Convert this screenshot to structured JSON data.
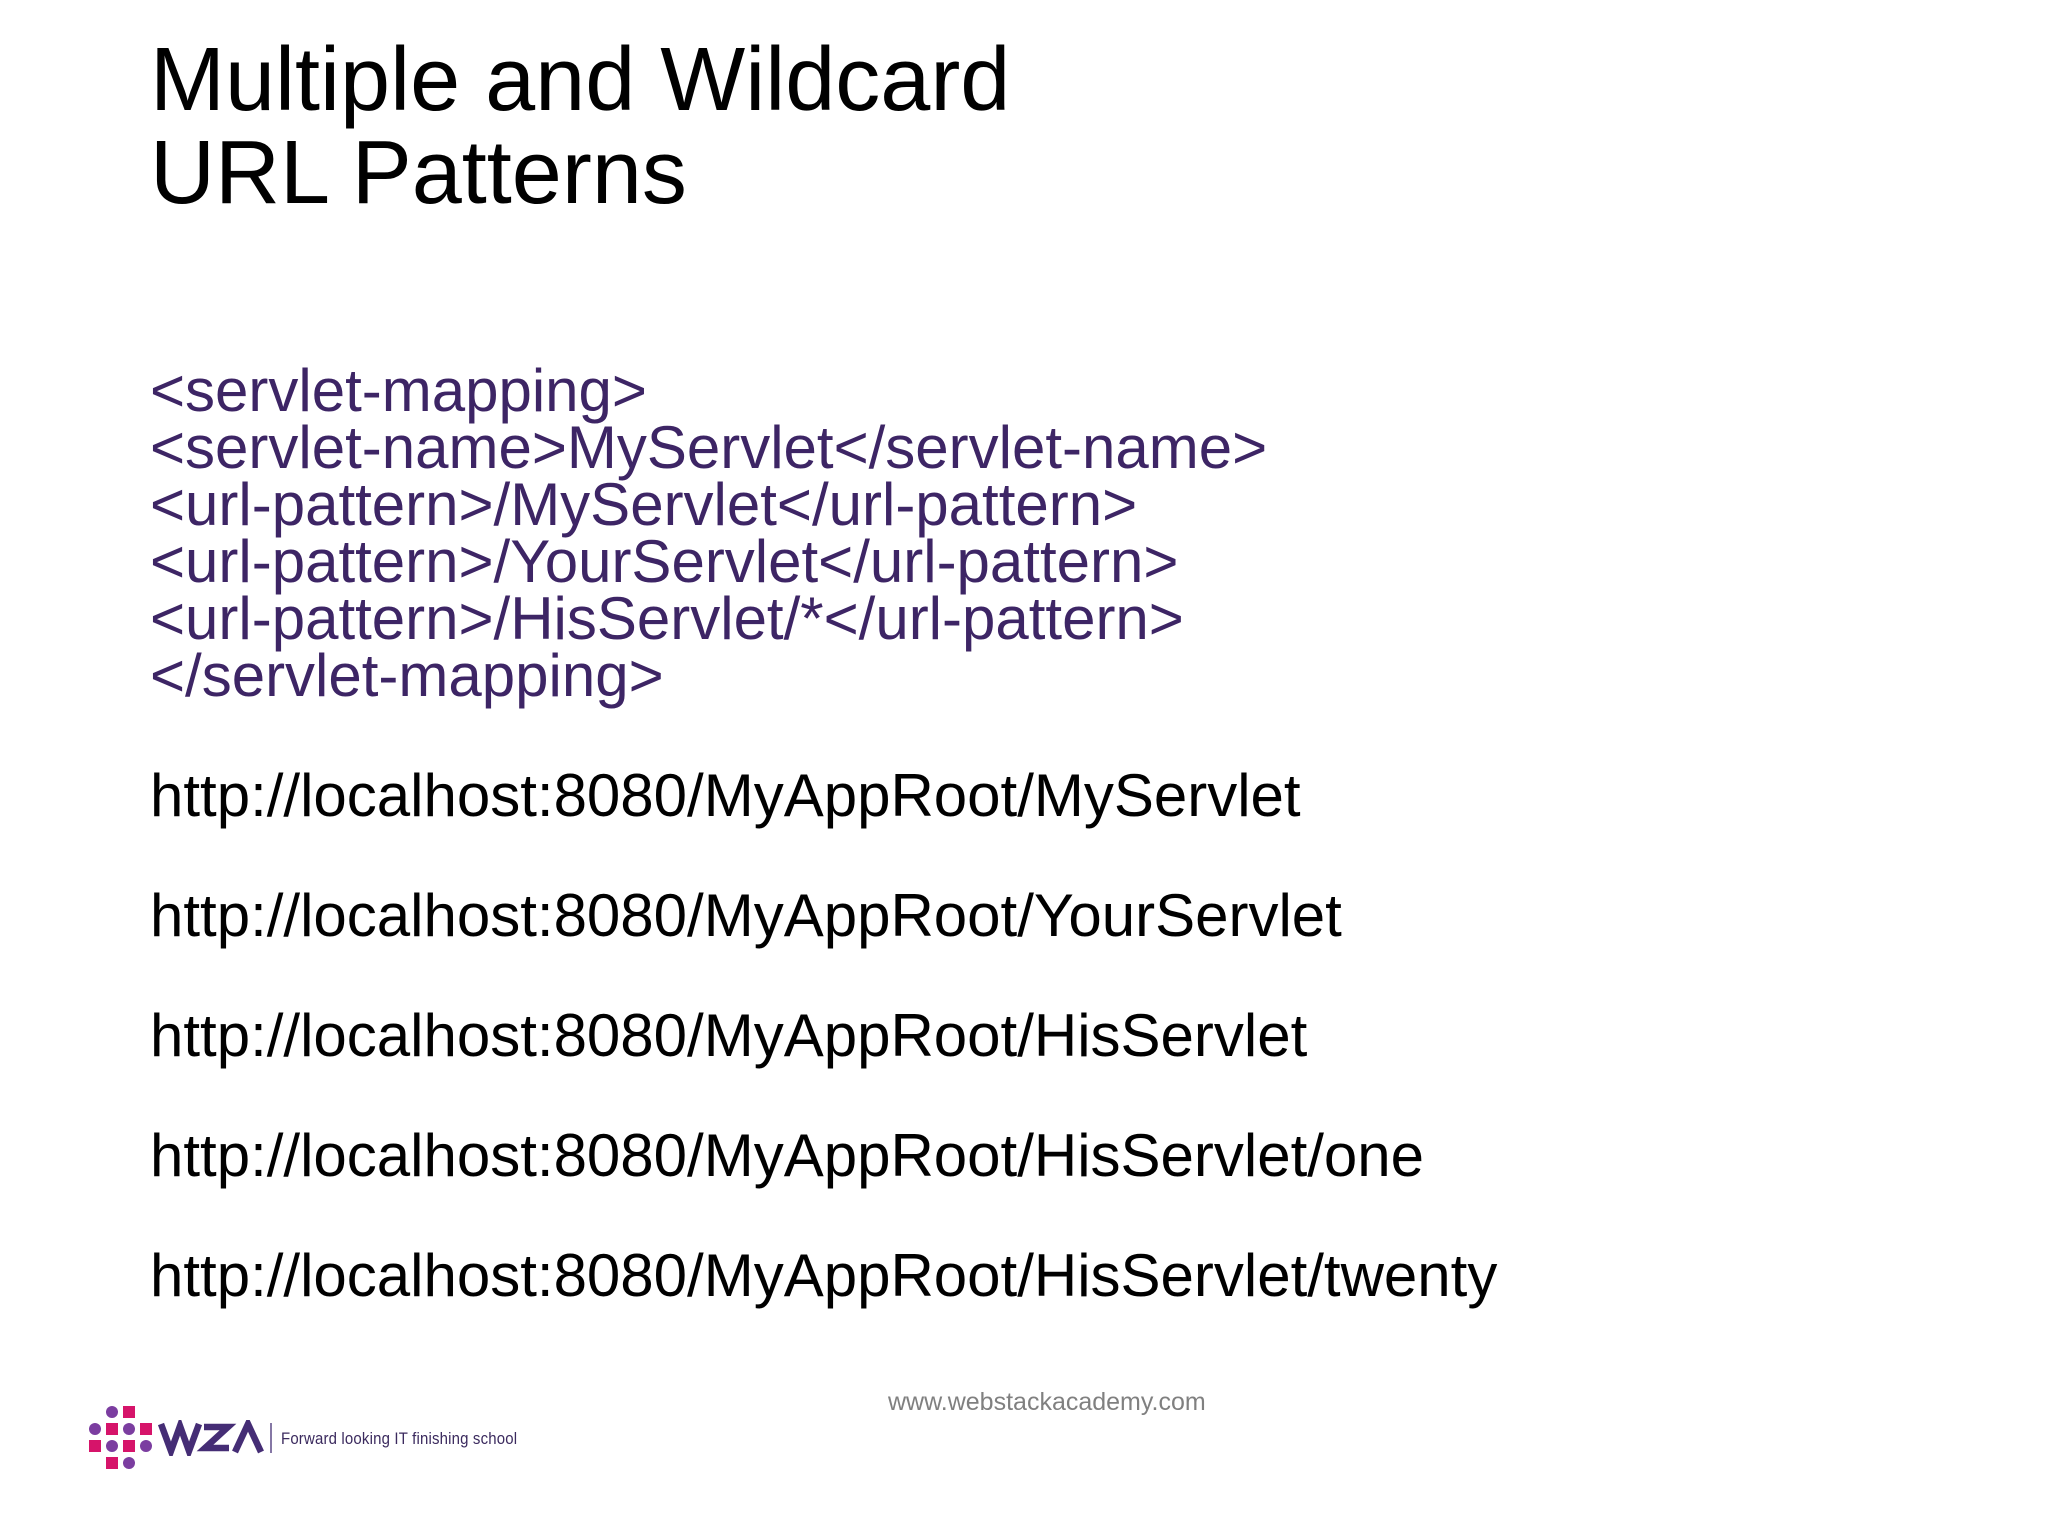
{
  "slide": {
    "title_lines": [
      "Multiple and Wildcard",
      "URL Patterns"
    ],
    "code_lines": [
      "<servlet-mapping>",
      "<servlet-name>MyServlet</servlet-name>",
      "<url-pattern>/MyServlet</url-pattern>",
      "<url-pattern>/YourServlet</url-pattern>",
      "<url-pattern>/HisServlet/*</url-pattern>",
      "</servlet-mapping>"
    ],
    "urls": [
      "http://localhost:8080/MyAppRoot/MyServlet",
      "http://localhost:8080/MyAppRoot/YourServlet",
      "http://localhost:8080/MyAppRoot/HisServlet",
      "http://localhost:8080/MyAppRoot/HisServlet/one",
      "http://localhost:8080/MyAppRoot/HisServlet/twenty"
    ],
    "footer_url": "www.webstackacademy.com",
    "logo": {
      "acronym": "WSA",
      "tagline": "Forward looking IT finishing school",
      "dots_pattern": [
        [
          "none",
          "circle",
          "square",
          "none"
        ],
        [
          "circle",
          "square",
          "circle",
          "square"
        ],
        [
          "square",
          "circle",
          "square",
          "circle"
        ],
        [
          "none",
          "square",
          "circle",
          "none"
        ]
      ]
    },
    "colors": {
      "background": "#ffffff",
      "title_text": "#000000",
      "code_text": "#3d2565",
      "url_text": "#000000",
      "footer_text": "#808080",
      "logo_letter_purple": "#452d75",
      "logo_dot_circle_purple": "#7b3da0",
      "logo_dot_square_magenta": "#d6146a",
      "logo_divider": "#8577a5",
      "tagline_text": "#3b2a5e"
    }
  }
}
